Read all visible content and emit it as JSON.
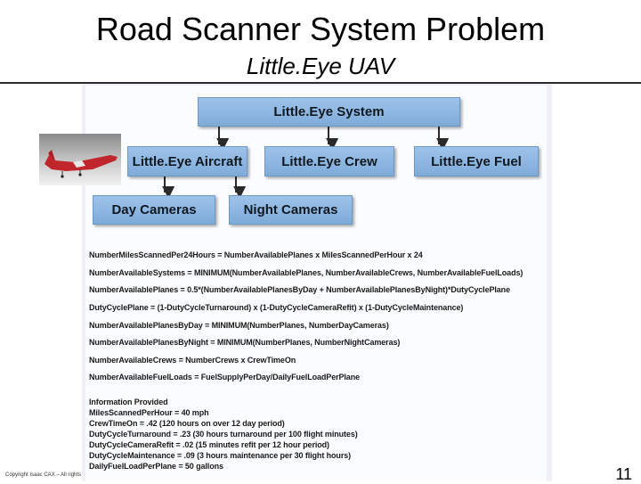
{
  "slide": {
    "title": "Road Scanner System Problem",
    "subtitle": "Little.Eye UAV",
    "footer": "Copyright Isaac CAX – All rights",
    "page_number": "11"
  },
  "diagram": {
    "top": "Little.Eye System",
    "aircraft": "Little.Eye Aircraft",
    "crew": "Little.Eye Crew",
    "fuel": "Little.Eye Fuel",
    "day_cameras": "Day Cameras",
    "night_cameras": "Night Cameras"
  },
  "equations": [
    "NumberMilesScannedPer24Hours = NumberAvailablePlanes x MilesScannedPerHour x 24",
    "NumberAvailableSystems = MINIMUM(NumberAvailablePlanes, NumberAvailableCrews, NumberAvailableFuelLoads)",
    "NumberAvailablePlanes = 0.5*(NumberAvailablePlanesByDay + NumberAvailablePlanesByNight)*DutyCyclePlane",
    "DutyCyclePlane = (1-DutyCycleTurnaround) x (1-DutyCycleCameraRefit) x (1-DutyCycleMaintenance)",
    "NumberAvailablePlanesByDay = MINIMUM(NumberPlanes, NumberDayCameras)",
    "NumberAvailablePlanesByNight = MINIMUM(NumberPlanes, NumberNightCameras)",
    "NumberAvailableCrews = NumberCrews x CrewTimeOn",
    "NumberAvailableFuelLoads = FuelSupplyPerDay/DailyFuelLoadPerPlane"
  ],
  "info": {
    "heading": "Information Provided",
    "items": [
      "MilesScannedPerHour = 40 mph",
      "CrewTimeOn = .42 (120 hours on over 12 day period)",
      "DutyCycleTurnaround = .23 (30 hours turnaround per 100 flight minutes)",
      "DutyCycleCameraRefit = .02 (15 minutes refit per 12 hour period)",
      "DutyCycleMaintenance = .09 (3 hours maintenance per 30 flight hours)",
      "DailyFuelLoadPerPlane = 50 gallons"
    ]
  },
  "colors": {
    "box_fill": "#8fb6e2",
    "arrow": "#2a2a2a"
  }
}
